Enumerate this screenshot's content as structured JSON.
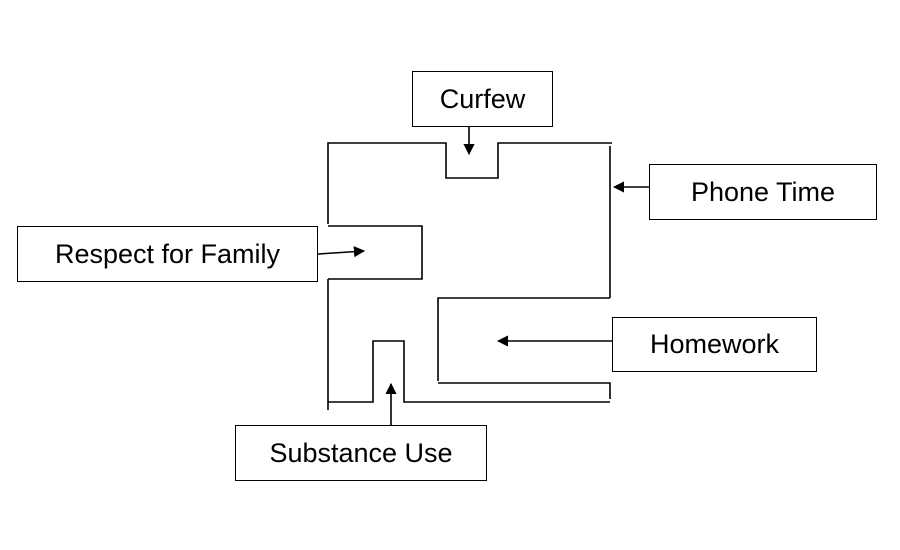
{
  "diagram": {
    "labels": {
      "curfew": "Curfew",
      "phone_time": "Phone Time",
      "respect_for_family": "Respect for Family",
      "homework": "Homework",
      "substance_use": "Substance Use"
    },
    "colors": {
      "stroke": "#000000",
      "background": "#ffffff"
    }
  }
}
